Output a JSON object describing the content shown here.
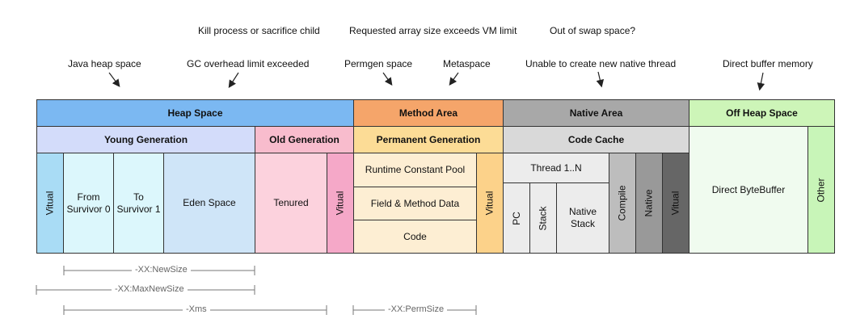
{
  "errors": {
    "kill_process": "Kill process or sacrifice child",
    "requested_array": "Requested array size exceeds VM limit",
    "out_of_swap": "Out of swap space?",
    "java_heap": "Java heap space",
    "gc_overhead": "GC overhead limit exceeded",
    "permgen": "Permgen space",
    "metaspace": "Metaspace",
    "native_thread": "Unable to create new native thread",
    "direct_buffer": "Direct buffer memory"
  },
  "areas": {
    "heap": "Heap Space",
    "method": "Method Area",
    "native": "Native Area",
    "offheap": "Off Heap Space"
  },
  "generations": {
    "young": "Young Generation",
    "old": "Old Generation",
    "permanent": "Permanent Generation",
    "code_cache": "Code Cache"
  },
  "cells": {
    "virtual_young": "Vitual",
    "from_survivor_line1": "From",
    "from_survivor_line2": "Survivor 0",
    "to_survivor_line1": "To",
    "to_survivor_line2": "Survivor 1",
    "eden": "Eden Space",
    "tenured": "Tenured",
    "virtual_old": "Vitual",
    "runtime_constant_pool": "Runtime Constant Pool",
    "field_method_data": "Field & Method Data",
    "code": "Code",
    "virtual_perm": "Vitual",
    "thread": "Thread 1..N",
    "pc": "PC",
    "stack": "Stack",
    "native_stack_line1": "Native",
    "native_stack_line2": "Stack",
    "compile": "Compile",
    "native": "Native",
    "virtual_native": "Vitual",
    "direct_bytebuffer": "Direct ByteBuffer",
    "other": "Other"
  },
  "dimensions": {
    "newsize": "-XX:NewSize",
    "maxnewsize": "-XX:MaxNewSize",
    "xms": "-Xms",
    "permsize": "-XX:PermSize"
  },
  "colors": {
    "heap": "#7bb8f2",
    "method": "#f5a56a",
    "native": "#a8a8a8",
    "offheap": "#cdf5b8",
    "young": "#d3dcfa",
    "old": "#f8bccd",
    "permanent": "#fcdc96",
    "code_cache": "#d9d9d9"
  }
}
